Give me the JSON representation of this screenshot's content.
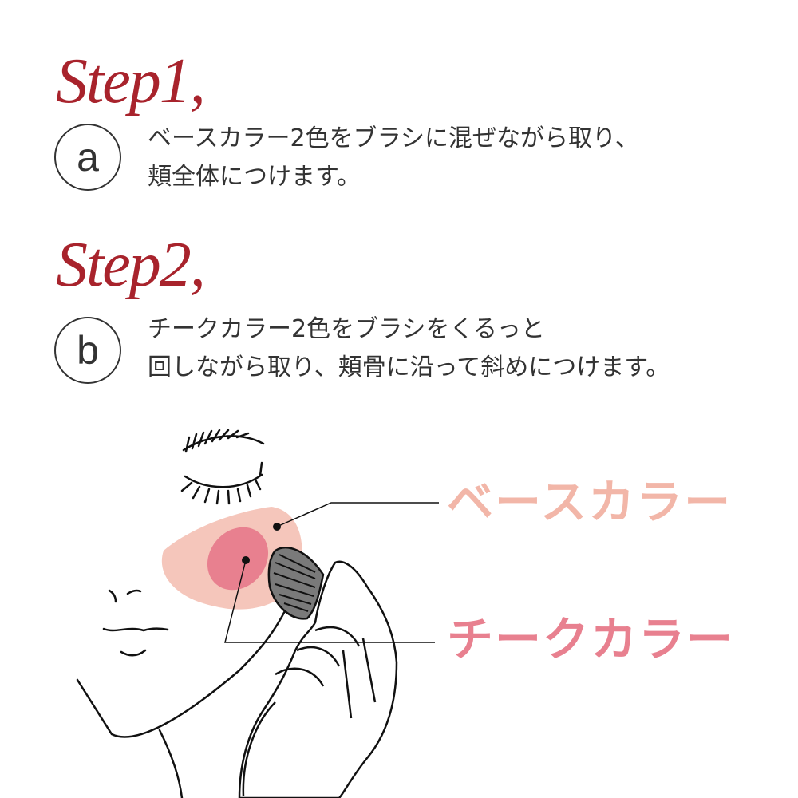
{
  "step1": {
    "title": "Step1,",
    "badge": "a",
    "lines": [
      "ベースカラー2色をブラシに混ぜながら取り、",
      "頬全体につけます。"
    ]
  },
  "step2": {
    "title": "Step2,",
    "badge": "b",
    "lines": [
      "チークカラー2色をブラシをくるっと",
      "回しながら取り、頬骨に沿って斜めにつけます。"
    ]
  },
  "labels": {
    "base_color": "ベースカラー",
    "cheek_color": "チークカラー"
  },
  "colors": {
    "step_title": "#a8232c",
    "base_color": "#f2b6a8",
    "cheek_color": "#e8808f",
    "brush": "#7a7a7a"
  }
}
